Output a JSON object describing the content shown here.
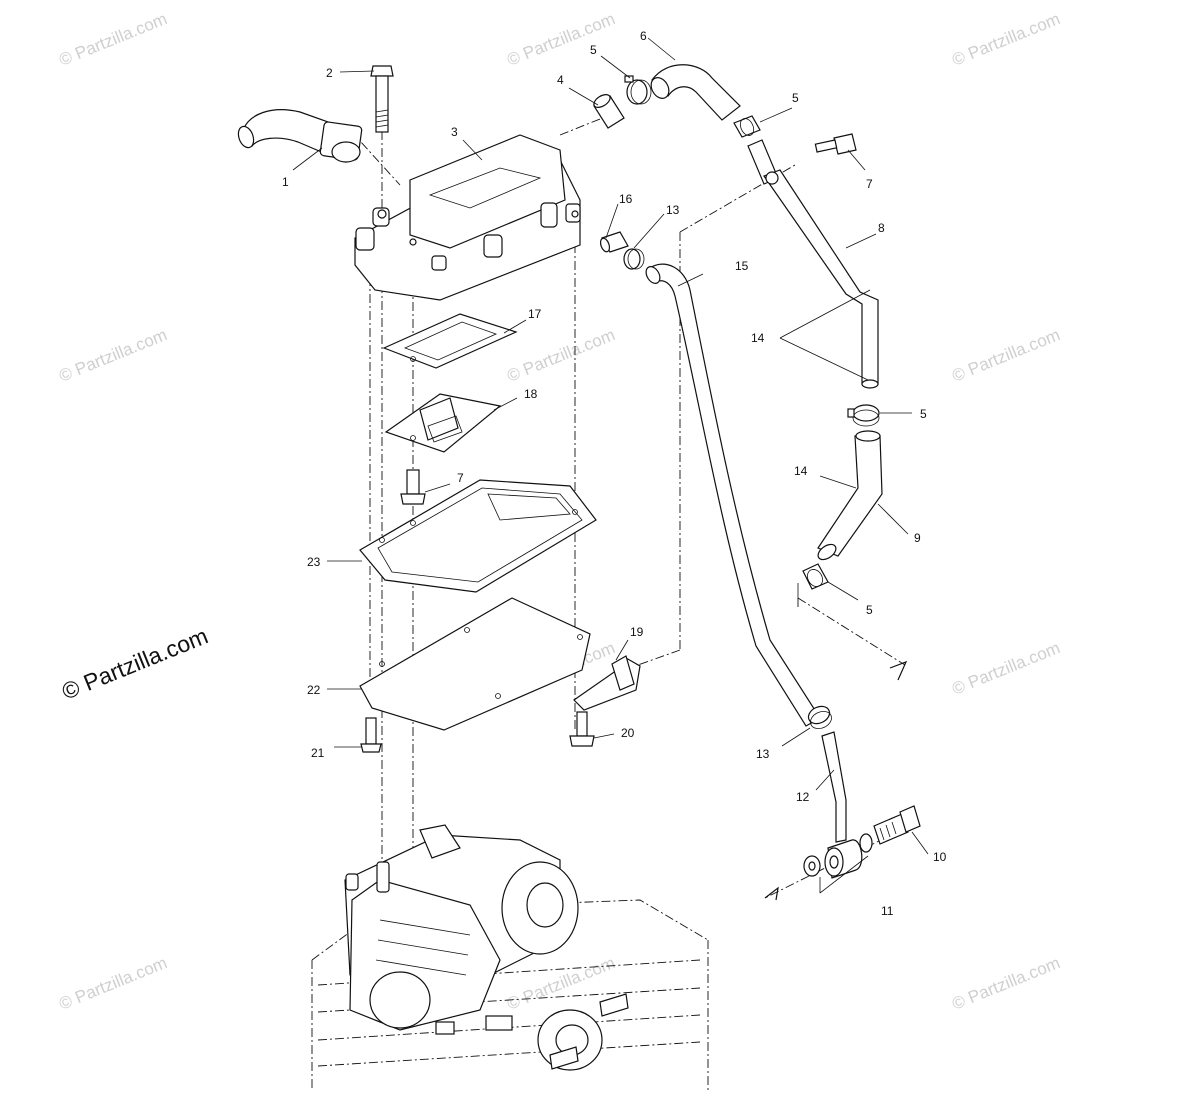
{
  "watermarks": {
    "text": "© Partzilla.com",
    "primary": "© Partzilla.com"
  },
  "callouts": {
    "c1": "1",
    "c2": "2",
    "c3": "3",
    "c4": "4",
    "c5a": "5",
    "c5b": "5",
    "c5c": "5",
    "c5d": "5",
    "c6": "6",
    "c7a": "7",
    "c7b": "7",
    "c8": "8",
    "c9": "9",
    "c10": "10",
    "c11": "11",
    "c12": "12",
    "c13a": "13",
    "c13b": "13",
    "c14a": "14",
    "c14b": "14",
    "c15": "15",
    "c16": "16",
    "c17": "17",
    "c18": "18",
    "c19": "19",
    "c20": "20",
    "c21": "21",
    "c22": "22",
    "c23": "23"
  },
  "colors": {
    "line": "#111111",
    "watermark": "#cfcfcf",
    "background": "#ffffff"
  }
}
